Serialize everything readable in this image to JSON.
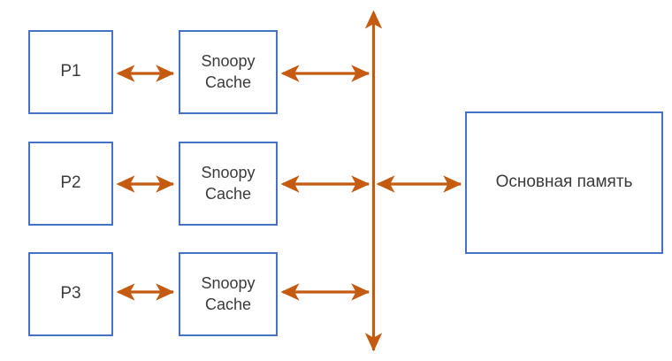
{
  "diagram": {
    "title": "Snoopy cache coherence bus diagram",
    "colors": {
      "box_border": "#4472C4",
      "box_fill": "#FFFFFF",
      "arrow": "#C55A11",
      "text": "#3B3B3B",
      "background": "#FFFFFF"
    },
    "processors": [
      {
        "id": "p1",
        "label": "P1"
      },
      {
        "id": "p2",
        "label": "P2"
      },
      {
        "id": "p3",
        "label": "P3"
      }
    ],
    "caches": [
      {
        "id": "cache1",
        "label": "Snoopy\nCache"
      },
      {
        "id": "cache2",
        "label": "Snoopy\nCache"
      },
      {
        "id": "cache3",
        "label": "Snoopy\nCache"
      }
    ],
    "memory": {
      "id": "main-memory",
      "label": "Основная память"
    },
    "bus": {
      "id": "system-bus",
      "orientation": "vertical",
      "label": ""
    },
    "connections": [
      {
        "from": "p1",
        "to": "cache1",
        "type": "double-arrow"
      },
      {
        "from": "p2",
        "to": "cache2",
        "type": "double-arrow"
      },
      {
        "from": "p3",
        "to": "cache3",
        "type": "double-arrow"
      },
      {
        "from": "cache1",
        "to": "system-bus",
        "type": "double-arrow"
      },
      {
        "from": "cache2",
        "to": "system-bus",
        "type": "double-arrow"
      },
      {
        "from": "cache3",
        "to": "system-bus",
        "type": "double-arrow"
      },
      {
        "from": "system-bus",
        "to": "main-memory",
        "type": "double-arrow"
      }
    ]
  }
}
